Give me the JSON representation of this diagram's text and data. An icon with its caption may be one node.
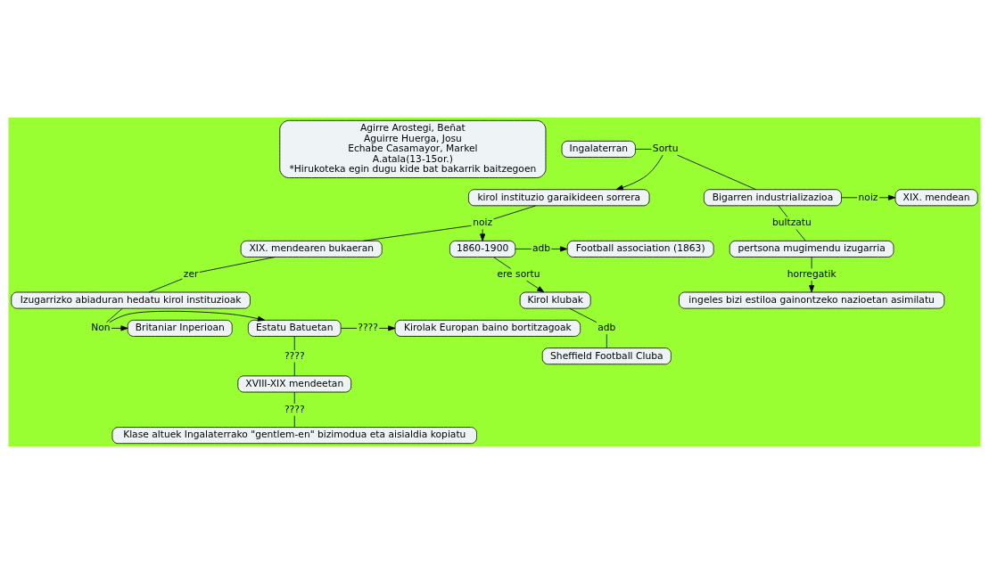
{
  "diagram": {
    "nodes": [
      {
        "text": [
          "Agirre Arostegi, Beñat",
          "Aguirre Huerga, Josu",
          "Echabe Casamayor, Markel",
          "A.atala(13-15or.)",
          "*Hirukoteka egin dugu kide bat bakarrik baitzegoen"
        ]
      },
      {
        "text": [
          "adb"
        ]
      },
      {
        "text": [
          "Football association (1863)"
        ]
      },
      {
        "text": [
          "1860-1900"
        ]
      },
      {
        "text": [
          "kirol instituzio garaikideen sorrera"
        ]
      },
      {
        "text": [
          "noiz"
        ]
      },
      {
        "text": [
          "ere sortu"
        ]
      },
      {
        "text": [
          "XIX. mendearen bukaeran"
        ]
      },
      {
        "text": [
          "Kirol klubak"
        ]
      },
      {
        "text": [
          "zer"
        ]
      },
      {
        "text": [
          "adb"
        ]
      },
      {
        "text": [
          "Ingalaterran"
        ]
      },
      {
        "text": [
          "Sortu"
        ]
      },
      {
        "text": [
          "Sheffield Football Cluba"
        ]
      },
      {
        "text": [
          "Izugarrizko abiaduran hedatu kirol instituzioak"
        ]
      },
      {
        "text": [
          "Non"
        ]
      },
      {
        "text": [
          "Britaniar Inperioan"
        ]
      },
      {
        "text": [
          "Estatu Batuetan"
        ]
      },
      {
        "text": [
          "????"
        ]
      },
      {
        "text": [
          "????"
        ]
      },
      {
        "text": [
          "Kirolak Europan baino bortitzagoak"
        ]
      },
      {
        "text": [
          "Bigarren industrializazioa"
        ]
      },
      {
        "text": [
          "noiz"
        ]
      },
      {
        "text": [
          "XIX. mendean"
        ]
      },
      {
        "text": [
          "XVIII-XIX mendeetan"
        ]
      },
      {
        "text": [
          "bultzatu"
        ]
      },
      {
        "text": [
          "????"
        ]
      },
      {
        "text": [
          "pertsona mugimendu izugarria"
        ]
      },
      {
        "text": [
          "Klase altuek Ingalaterrako \"gentlem-en\" bizimodua eta aisialdia kopiatu"
        ]
      },
      {
        "text": [
          "horregatik"
        ]
      },
      {
        "text": [
          "ingeles bizi estiloa gainontzeko nazioetan asimilatu"
        ]
      }
    ],
    "edges": [
      {
        "from": 11,
        "to": 12,
        "arrow": "none"
      },
      {
        "from": 12,
        "to": 4,
        "arrow": "to"
      },
      {
        "from": 12,
        "to": 21,
        "arrow": "none"
      },
      {
        "from": 4,
        "to": 5,
        "arrow": "none"
      },
      {
        "from": 5,
        "to": 3,
        "arrow": "to"
      },
      {
        "from": 5,
        "to": 7,
        "arrow": "none"
      },
      {
        "from": 3,
        "to": 1,
        "arrow": "none"
      },
      {
        "from": 1,
        "to": 2,
        "arrow": "to"
      },
      {
        "from": 3,
        "to": 6,
        "arrow": "none"
      },
      {
        "from": 6,
        "to": 8,
        "arrow": "to"
      },
      {
        "from": 8,
        "to": 10,
        "arrow": "none"
      },
      {
        "from": 10,
        "to": 13,
        "arrow": "none"
      },
      {
        "from": 7,
        "to": 9,
        "arrow": "none"
      },
      {
        "from": 9,
        "to": 14,
        "arrow": "none"
      },
      {
        "from": 14,
        "to": 15,
        "arrow": "none"
      },
      {
        "from": 15,
        "to": 16,
        "arrow": "to"
      },
      {
        "from": 15,
        "to": 17,
        "arrow": "to"
      },
      {
        "from": 17,
        "to": 18,
        "arrow": "none"
      },
      {
        "from": 18,
        "to": 24,
        "arrow": "none"
      },
      {
        "from": 17,
        "to": 19,
        "arrow": "none"
      },
      {
        "from": 19,
        "to": 20,
        "arrow": "to"
      },
      {
        "from": 24,
        "to": 26,
        "arrow": "none"
      },
      {
        "from": 26,
        "to": 28,
        "arrow": "none"
      },
      {
        "from": 21,
        "to": 22,
        "arrow": "none"
      },
      {
        "from": 22,
        "to": 23,
        "arrow": "to"
      },
      {
        "from": 21,
        "to": 25,
        "arrow": "none"
      },
      {
        "from": 25,
        "to": 27,
        "arrow": "none"
      },
      {
        "from": 27,
        "to": 29,
        "arrow": "none"
      },
      {
        "from": 29,
        "to": 30,
        "arrow": "to"
      }
    ]
  }
}
